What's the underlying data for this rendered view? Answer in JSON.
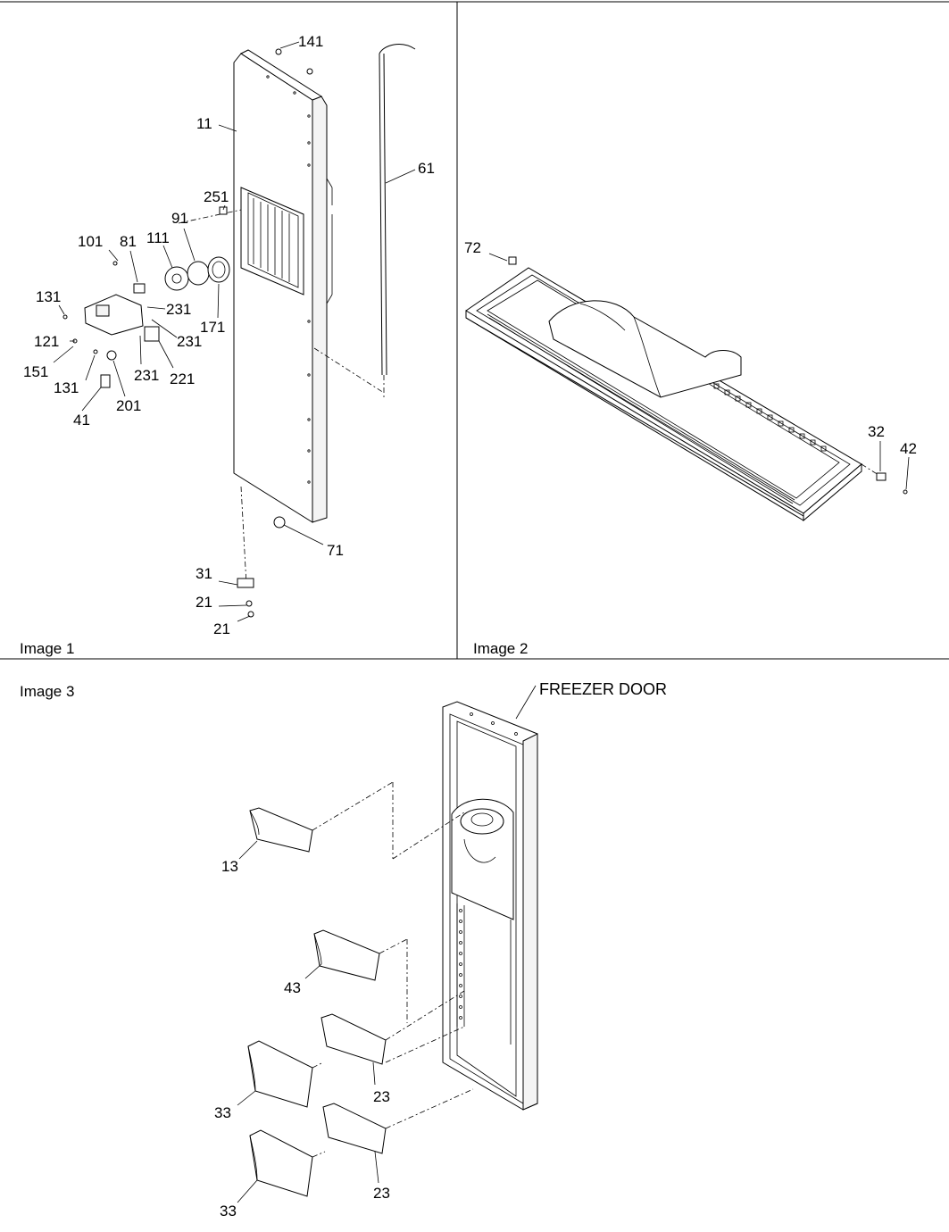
{
  "panels": {
    "image1": "Image 1",
    "image2": "Image 2",
    "image3": "Image 3"
  },
  "image1_callouts": {
    "c141": "141",
    "c11": "11",
    "c61": "61",
    "c251": "251",
    "c91": "91",
    "c101": "101",
    "c81": "81",
    "c111": "111",
    "c131a": "131",
    "c231a": "231",
    "c171": "171",
    "c121": "121",
    "c231b": "231",
    "c151": "151",
    "c231c": "231",
    "c221": "221",
    "c131b": "131",
    "c201": "201",
    "c41": "41",
    "c71": "71",
    "c31": "31",
    "c21a": "21",
    "c21b": "21"
  },
  "image2_callouts": {
    "c72": "72",
    "c32": "32",
    "c42": "42"
  },
  "image3_callouts": {
    "freezer_door": "FREEZER DOOR",
    "c13": "13",
    "c43": "43",
    "c23a": "23",
    "c33a": "33",
    "c23b": "23",
    "c33b": "33"
  }
}
